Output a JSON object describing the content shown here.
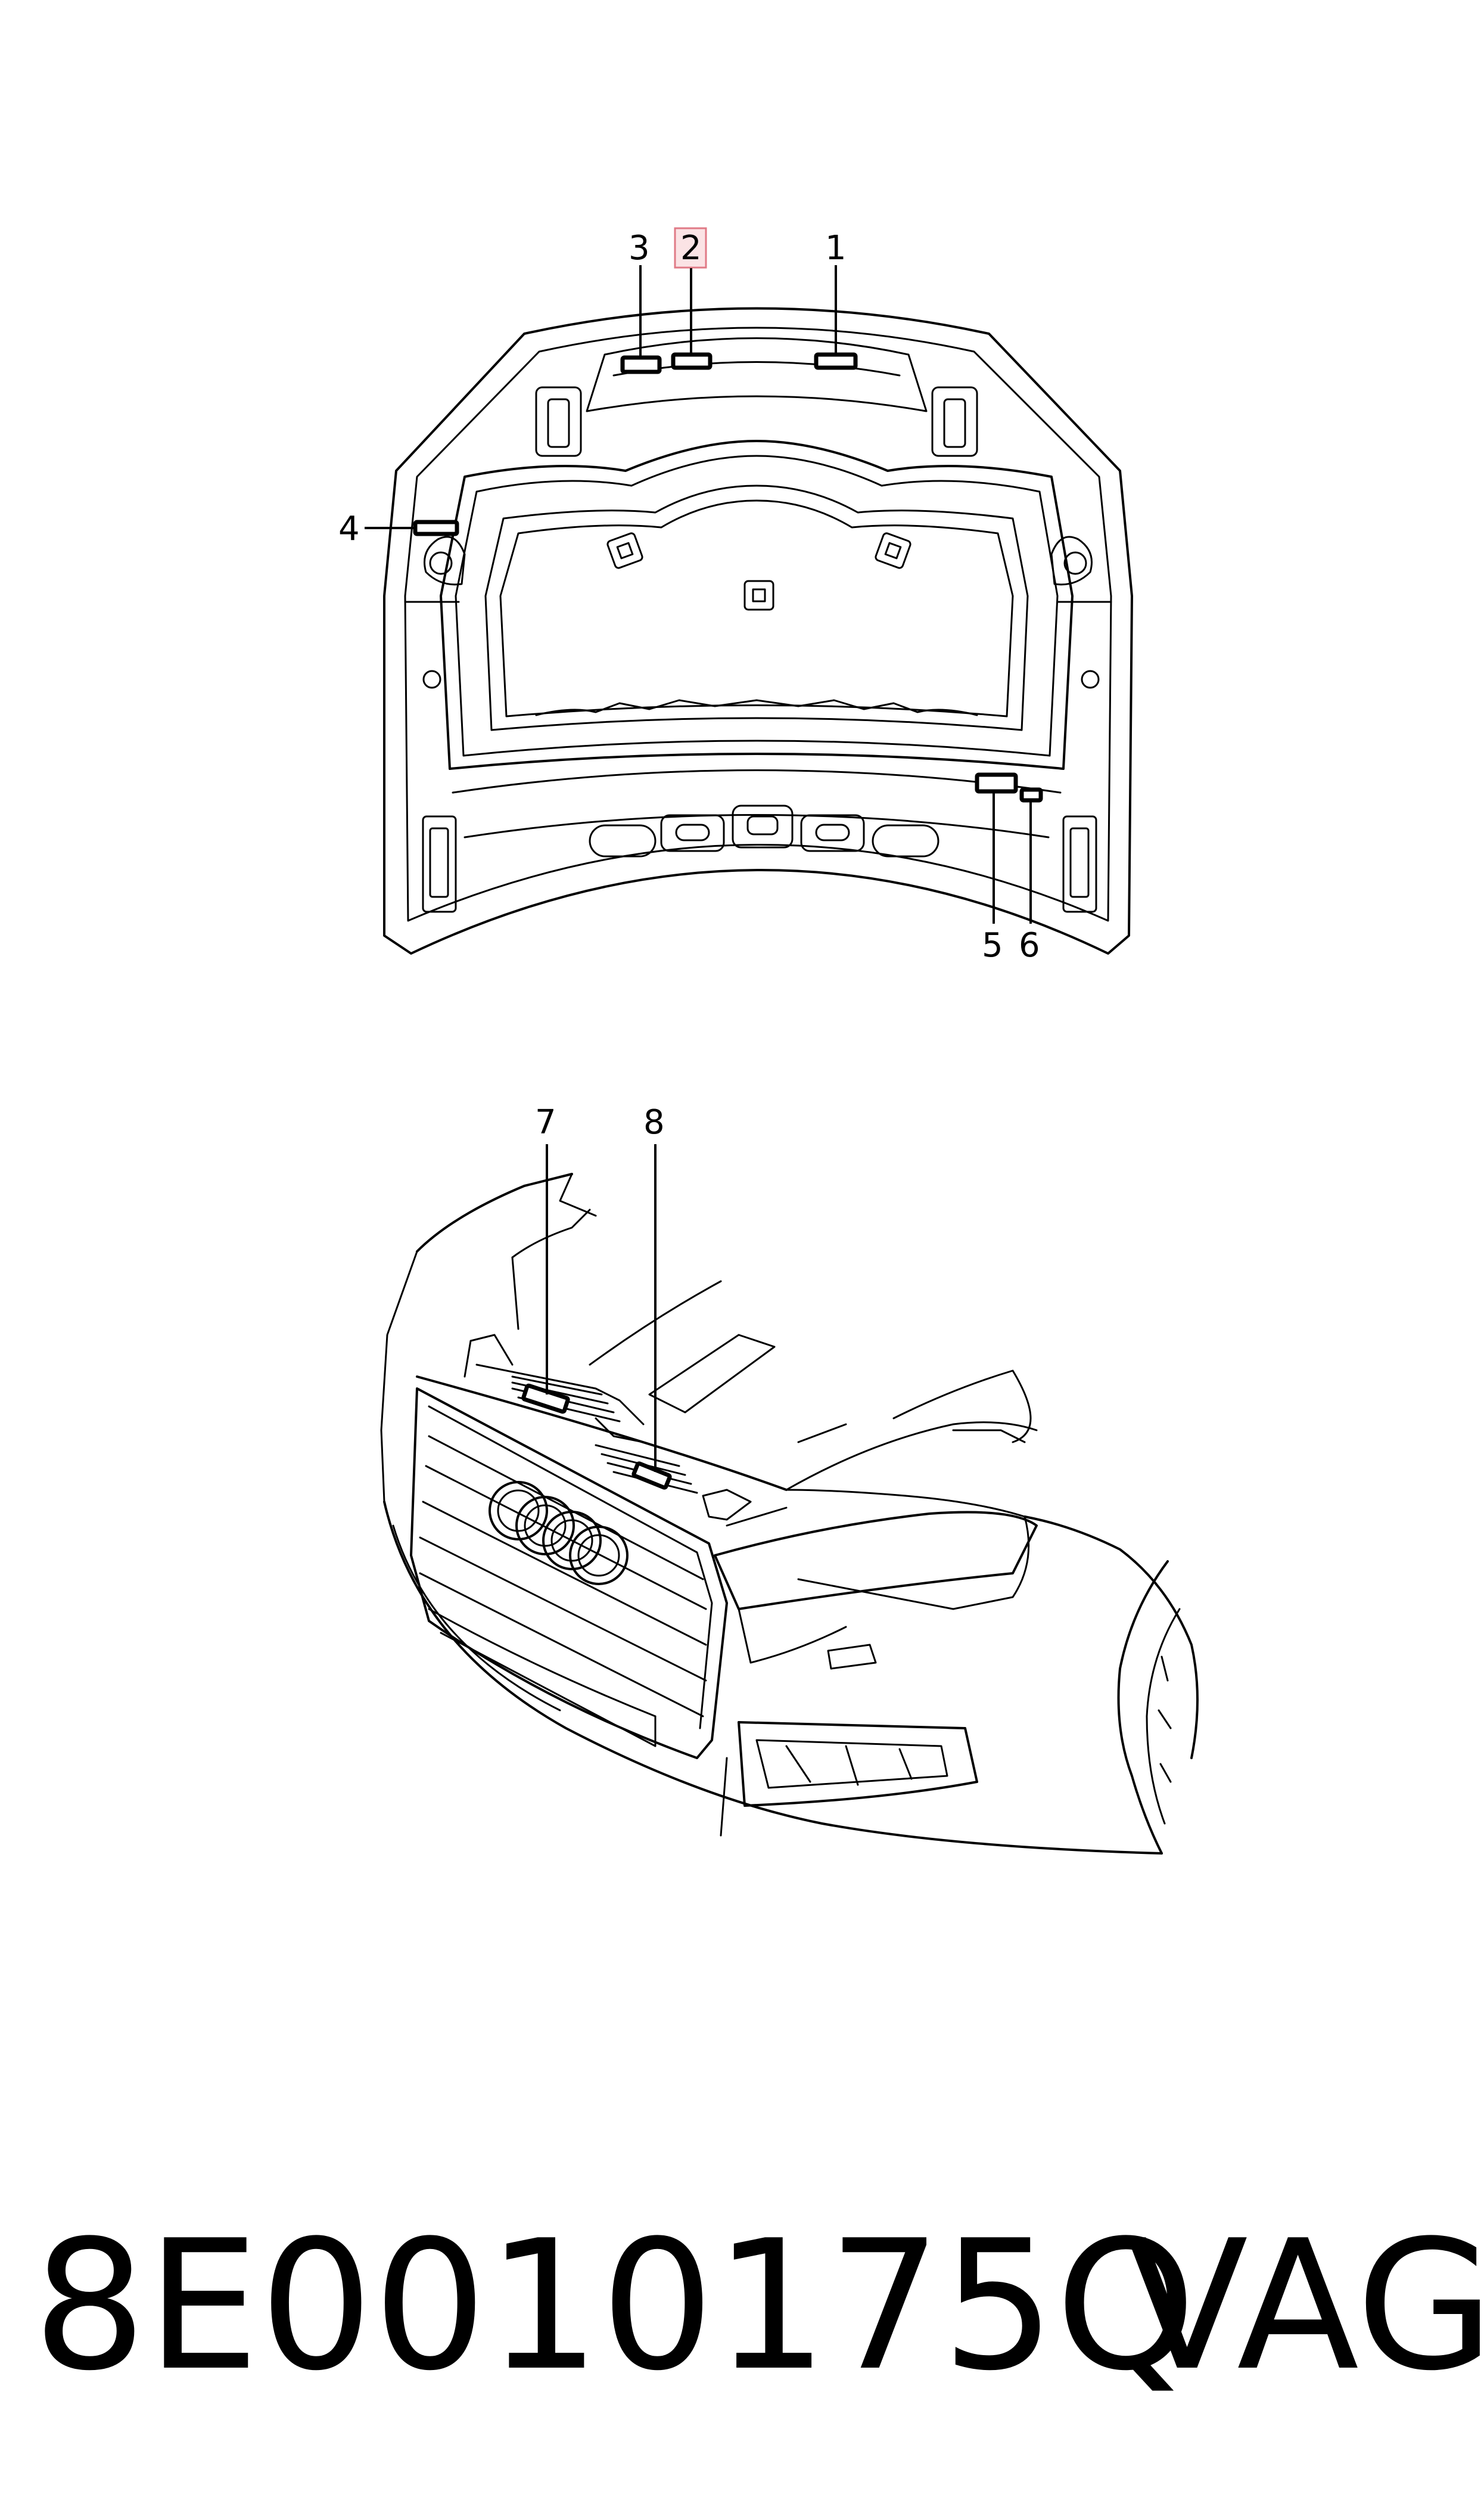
{
  "callouts": {
    "c1": "1",
    "c2": "2",
    "c3": "3",
    "c4": "4",
    "c5": "5",
    "c6": "6",
    "c7": "7",
    "c8": "8"
  },
  "highlighted_callout": "2",
  "footer": {
    "part_number": "8E0010175Q",
    "brand": "VAG"
  }
}
